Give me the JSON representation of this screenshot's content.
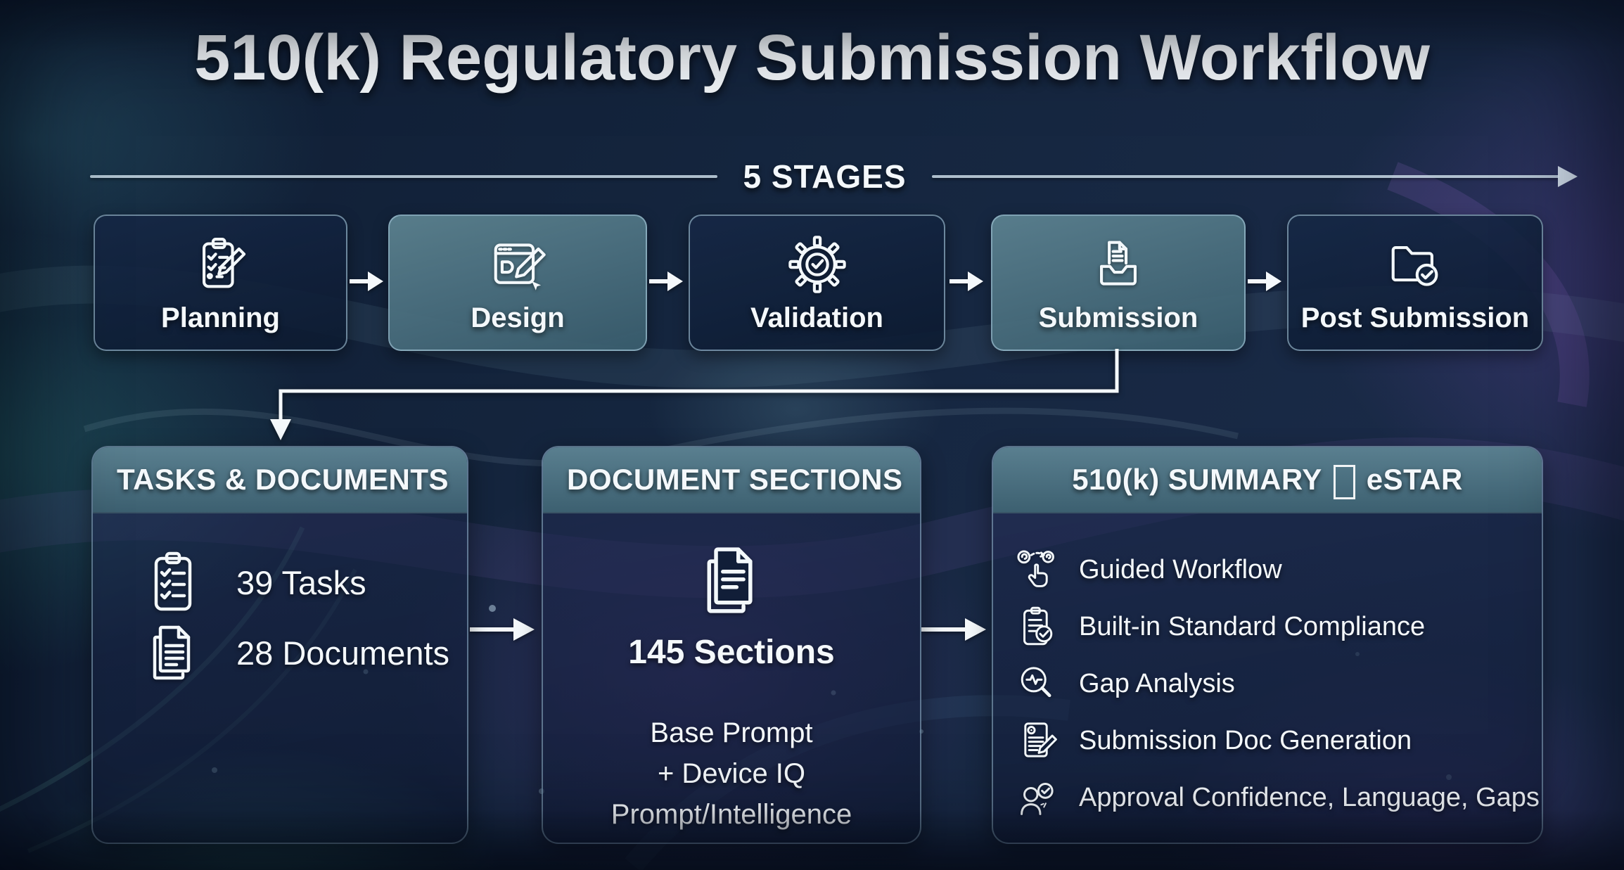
{
  "title": "510(k) Regulatory Submission Workflow",
  "stages_banner": {
    "label": "5 STAGES"
  },
  "stages": [
    {
      "label": "Planning",
      "icon": "clipboard-checklist-pencil-icon",
      "emphasized": false
    },
    {
      "label": "Design",
      "icon": "design-window-pencil-icon",
      "emphasized": true
    },
    {
      "label": "Validation",
      "icon": "gear-check-icon",
      "emphasized": false
    },
    {
      "label": "Submission",
      "icon": "document-inbox-icon",
      "emphasized": true
    },
    {
      "label": "Post Submission",
      "icon": "folder-check-icon",
      "emphasized": false
    }
  ],
  "cards": [
    {
      "title": "TASKS & DOCUMENTS",
      "items": [
        {
          "icon": "checklist-clipboard-icon",
          "label": "39 Tasks"
        },
        {
          "icon": "documents-stack-icon",
          "label": "28 Documents"
        }
      ]
    },
    {
      "title": "DOCUMENT SECTIONS",
      "icon": "documents-stack-icon",
      "count_label": "145 Sections",
      "description_lines": [
        "Base Prompt",
        "+ Device IQ",
        "Prompt/Intelligence"
      ]
    },
    {
      "title_left": "510(k) SUMMARY",
      "title_right": "eSTAR",
      "items": [
        {
          "icon": "guided-workflow-icon",
          "label": "Guided Workflow"
        },
        {
          "icon": "standard-compliance-icon",
          "label": "Built-in Standard Compliance"
        },
        {
          "icon": "gap-analysis-icon",
          "label": "Gap Analysis"
        },
        {
          "icon": "doc-generation-icon",
          "label": "Submission Doc Generation"
        },
        {
          "icon": "approval-confidence-icon",
          "label": "Approval Confidence, Language, Gaps"
        }
      ]
    }
  ],
  "colors": {
    "background_navy": "#15263f",
    "aurora_teal": "#3fae9f",
    "aurora_purple": "#6a4a9c",
    "card_header_teal": "#47697b",
    "stage_box_dark": "#13253f",
    "stage_box_light": "#4a7080",
    "line_white": "#f4f8fb"
  }
}
